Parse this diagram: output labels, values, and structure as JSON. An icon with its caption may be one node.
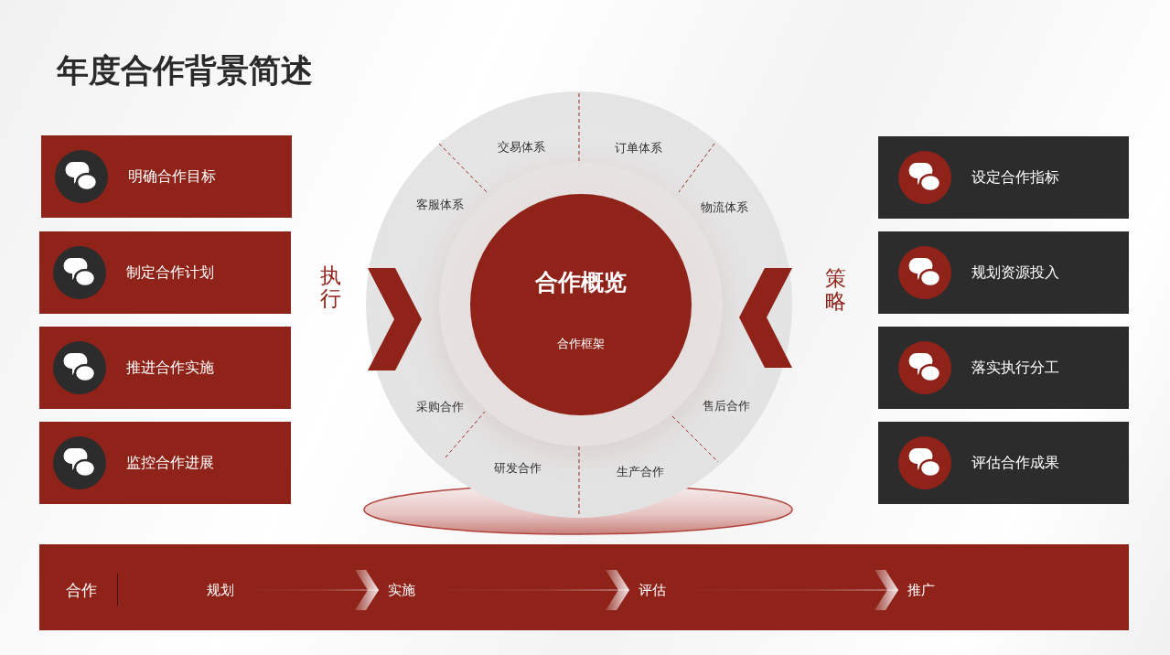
{
  "diagram": {
    "title": "年度合作背景简述",
    "nodes": [
      {
        "text": [
          "明确合作目标"
        ]
      },
      {
        "text": [
          "制定合作计划"
        ]
      },
      {
        "text": [
          "推进合作实施"
        ]
      },
      {
        "text": [
          "监控合作进展"
        ]
      },
      {
        "text": [
          "交易体系",
          "订单体系",
          "客服体系",
          "物流体系",
          "采购合作",
          "售后合作",
          "研发合作",
          "生产合作"
        ]
      },
      {
        "text": [
          "合作概览",
          "合作框架"
        ],
        "in": 4
      },
      {
        "text": [],
        "shape": "ellipse"
      },
      {
        "text": [
          "设定合作指标"
        ]
      },
      {
        "text": [
          "规划资源投入"
        ]
      },
      {
        "text": [
          "落实执行分工"
        ]
      },
      {
        "text": [
          "评估合作成果"
        ]
      },
      {
        "text": [
          "合作"
        ]
      },
      {
        "text": [
          "规划"
        ],
        "in": 11
      },
      {
        "text": [
          "实施"
        ],
        "in": 11
      },
      {
        "text": [
          "评估"
        ],
        "in": 11
      },
      {
        "text": [
          "推广"
        ],
        "in": 11
      }
    ],
    "edges": [
      {
        "from": 12,
        "to": 13,
        "arrow": "to"
      },
      {
        "from": 13,
        "to": 14,
        "arrow": "to"
      },
      {
        "from": 14,
        "to": 15,
        "arrow": "to"
      }
    ],
    "labels": [
      "执行",
      "策略"
    ]
  }
}
